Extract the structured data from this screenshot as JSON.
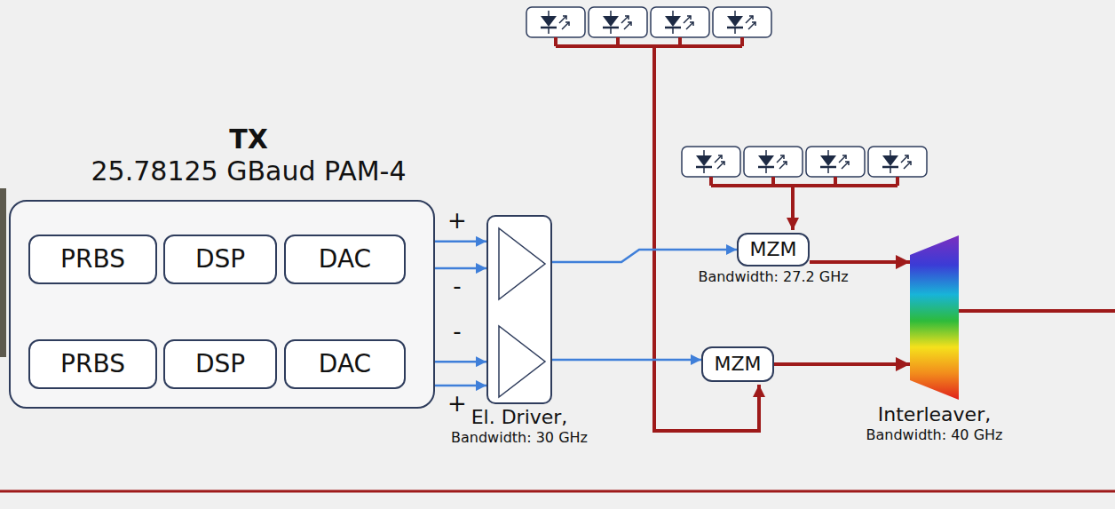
{
  "diagram": {
    "nodes": [
      {
        "text": [
          "TX",
          "25.78125 GBaud PAM-4"
        ]
      },
      {
        "text": [
          "PRBS"
        ],
        "in": 0
      },
      {
        "text": [
          "DSP"
        ],
        "in": 0
      },
      {
        "text": [
          "DAC"
        ],
        "in": 0
      },
      {
        "text": [
          "PRBS"
        ],
        "in": 0
      },
      {
        "text": [
          "DSP"
        ],
        "in": 0
      },
      {
        "text": [
          "DAC"
        ],
        "in": 0
      },
      {
        "text": [
          "El. Driver,",
          "Bandwidth: 30 GHz"
        ]
      },
      {
        "text": [
          "MZM",
          "Bandwidth: 27.2 GHz"
        ]
      },
      {
        "text": [
          "MZM"
        ]
      },
      {
        "text": [
          "Interleaver,",
          "Bandwidth: 40 GHz"
        ]
      }
    ],
    "edges": [
      {
        "from": 3,
        "to": 7,
        "arrow": "to"
      },
      {
        "from": 3,
        "to": 7,
        "arrow": "to"
      },
      {
        "from": 6,
        "to": 7,
        "arrow": "to"
      },
      {
        "from": 6,
        "to": 7,
        "arrow": "to"
      },
      {
        "from": 7,
        "to": 8,
        "arrow": "to"
      },
      {
        "from": 7,
        "to": 9,
        "arrow": "to"
      },
      {
        "from": 8,
        "to": 10,
        "arrow": "to"
      },
      {
        "from": 9,
        "to": 10,
        "arrow": "to"
      }
    ],
    "labels": [
      "+",
      "-",
      "-",
      "+"
    ]
  }
}
